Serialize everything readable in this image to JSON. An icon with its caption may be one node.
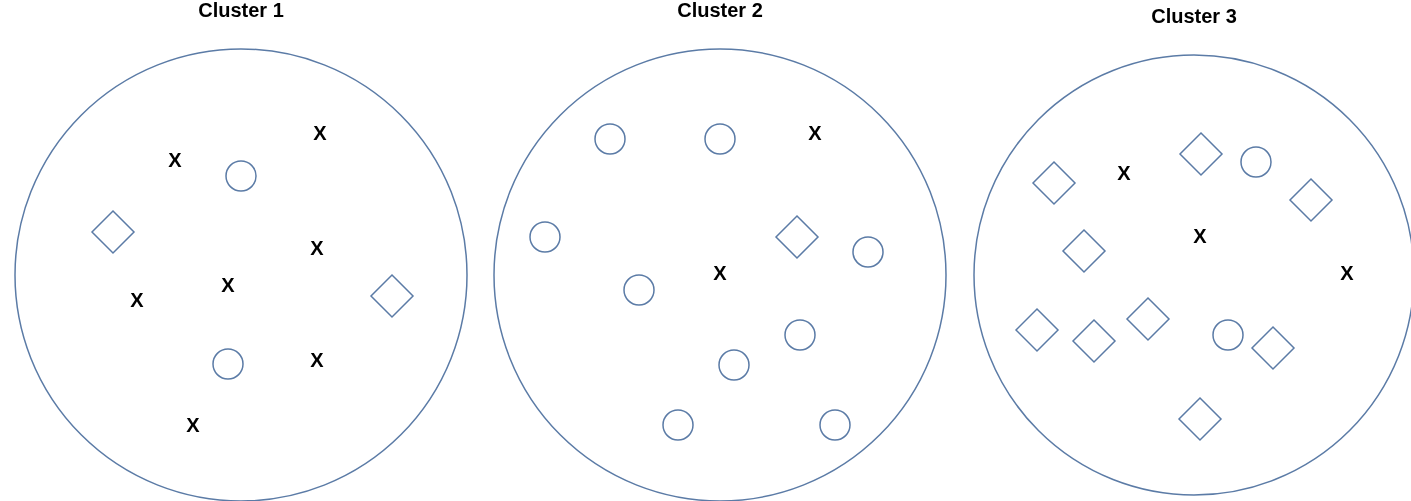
{
  "diagram": {
    "nodes": [
      {
        "text": [
          "Cluster 1"
        ]
      },
      {
        "text": [
          "Cluster 2"
        ]
      },
      {
        "text": [
          "Cluster 3"
        ]
      }
    ],
    "labels": [
      "X",
      "X",
      "X",
      "X",
      "X",
      "X",
      "X",
      "X",
      "X",
      "X",
      "X",
      "X"
    ]
  }
}
